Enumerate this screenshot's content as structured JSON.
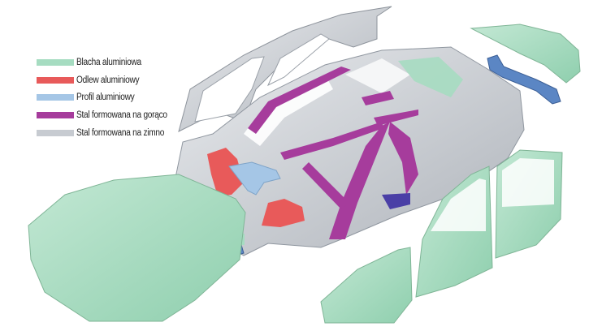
{
  "legend": [
    {
      "label": "Blacha aluminiowa",
      "color": "#a6dcc1"
    },
    {
      "label": "Odlew aluminiowy",
      "color": "#e85a5a"
    },
    {
      "label": "Profil aluminiowy",
      "color": "#a5c6e6"
    },
    {
      "label": "Stal formowana na gorąco",
      "color": "#a63c9c"
    },
    {
      "label": "Stal formowana na zimno",
      "color": "#c7cbd1"
    }
  ]
}
